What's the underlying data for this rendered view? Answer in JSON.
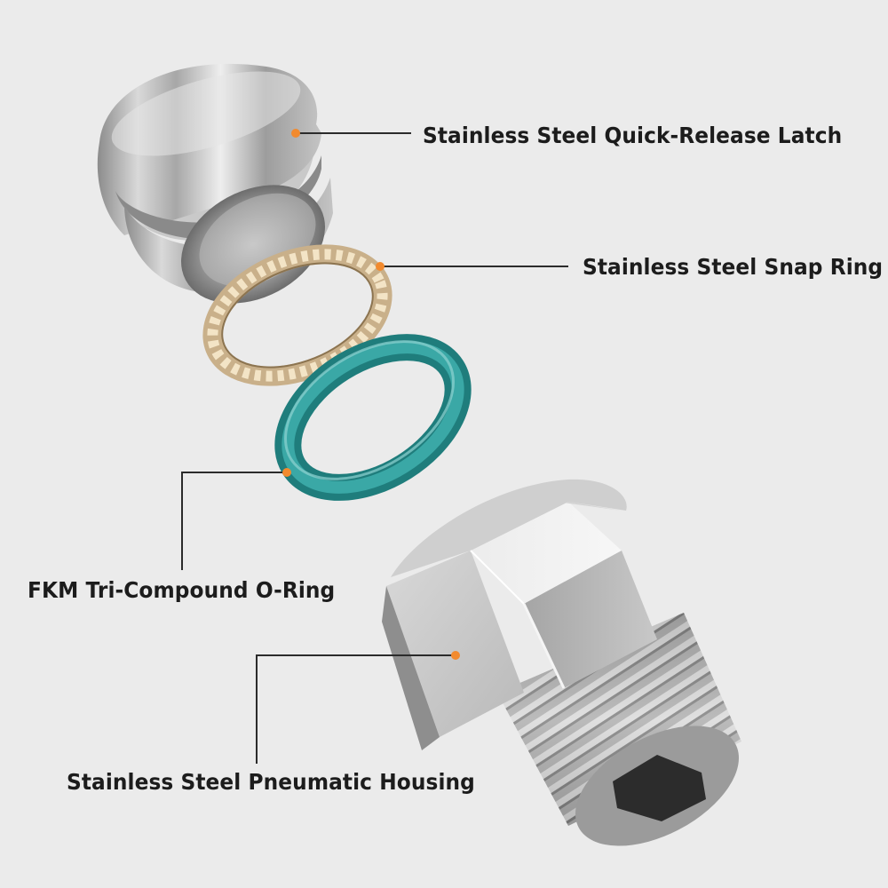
{
  "labels": {
    "latch": "Stainless Steel Quick-Release Latch",
    "snap_ring": "Stainless Steel Snap Ring",
    "o_ring": "FKM Tri-Compound O-Ring",
    "housing": "Stainless Steel Pneumatic Housing"
  },
  "colors": {
    "background": "#ebebeb",
    "steel": "#b5b5b5",
    "o_ring": "#2a9593",
    "snap_ring": "#c9b08a",
    "callout_dot": "#f28a2e",
    "callout_line": "#2b2b2b"
  }
}
